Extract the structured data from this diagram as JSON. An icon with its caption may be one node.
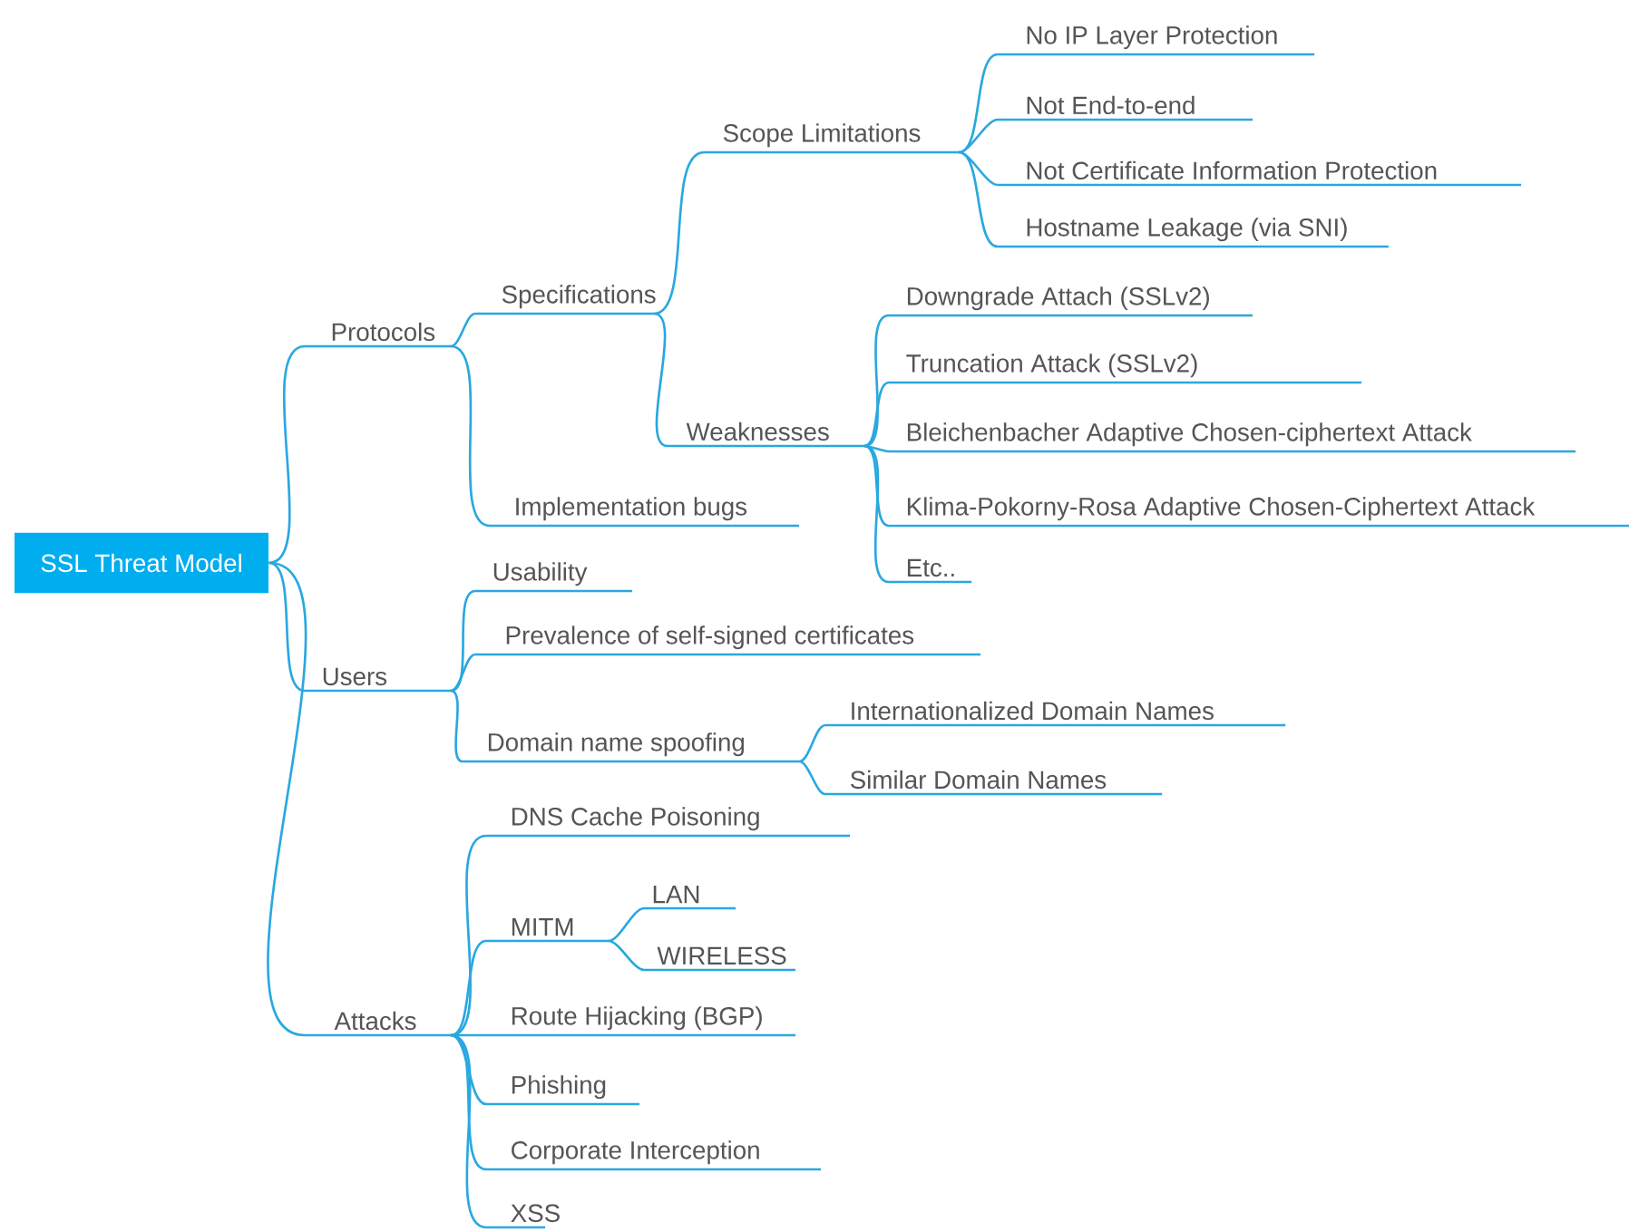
{
  "diagram": {
    "nodes": [
      {
        "text": [
          "SSL Threat Model"
        ]
      },
      {
        "text": [
          "Protocols"
        ]
      },
      {
        "text": [
          "Specifications"
        ]
      },
      {
        "text": [
          "Scope Limitations"
        ]
      },
      {
        "text": [
          "No IP Layer Protection"
        ]
      },
      {
        "text": [
          "Not End-to-end"
        ]
      },
      {
        "text": [
          "Not Certificate Information Protection"
        ]
      },
      {
        "text": [
          "Hostname Leakage (via SNI)"
        ]
      },
      {
        "text": [
          "Weaknesses"
        ]
      },
      {
        "text": [
          "Downgrade Attach (SSLv2)"
        ]
      },
      {
        "text": [
          "Truncation Attack (SSLv2)"
        ]
      },
      {
        "text": [
          "Bleichenbacher Adaptive Chosen-ciphertext Attack"
        ]
      },
      {
        "text": [
          "Klima-Pokorny-Rosa Adaptive Chosen-Ciphertext Attack"
        ]
      },
      {
        "text": [
          "Etc.."
        ]
      },
      {
        "text": [
          "Implementation bugs"
        ]
      },
      {
        "text": [
          "Users"
        ]
      },
      {
        "text": [
          "Usability"
        ]
      },
      {
        "text": [
          "Prevalence of self-signed certificates"
        ]
      },
      {
        "text": [
          "Domain name spoofing"
        ]
      },
      {
        "text": [
          "Internationalized Domain Names"
        ]
      },
      {
        "text": [
          "Similar Domain Names"
        ]
      },
      {
        "text": [
          "Attacks"
        ]
      },
      {
        "text": [
          "DNS Cache Poisoning"
        ]
      },
      {
        "text": [
          "MITM"
        ]
      },
      {
        "text": [
          "LAN"
        ]
      },
      {
        "text": [
          "WIRELESS"
        ]
      },
      {
        "text": [
          "Route Hijacking (BGP)"
        ]
      },
      {
        "text": [
          "Phishing"
        ]
      },
      {
        "text": [
          "Corporate Interception"
        ]
      },
      {
        "text": [
          "XSS"
        ]
      }
    ],
    "edges": [
      {
        "from": 0,
        "to": 1,
        "arrow": "none"
      },
      {
        "from": 1,
        "to": 2,
        "arrow": "none"
      },
      {
        "from": 2,
        "to": 3,
        "arrow": "none"
      },
      {
        "from": 3,
        "to": 4,
        "arrow": "none"
      },
      {
        "from": 3,
        "to": 5,
        "arrow": "none"
      },
      {
        "from": 3,
        "to": 6,
        "arrow": "none"
      },
      {
        "from": 3,
        "to": 7,
        "arrow": "none"
      },
      {
        "from": 2,
        "to": 8,
        "arrow": "none"
      },
      {
        "from": 8,
        "to": 9,
        "arrow": "none"
      },
      {
        "from": 8,
        "to": 10,
        "arrow": "none"
      },
      {
        "from": 8,
        "to": 11,
        "arrow": "none"
      },
      {
        "from": 8,
        "to": 12,
        "arrow": "none"
      },
      {
        "from": 8,
        "to": 13,
        "arrow": "none"
      },
      {
        "from": 1,
        "to": 14,
        "arrow": "none"
      },
      {
        "from": 0,
        "to": 15,
        "arrow": "none"
      },
      {
        "from": 15,
        "to": 16,
        "arrow": "none"
      },
      {
        "from": 15,
        "to": 17,
        "arrow": "none"
      },
      {
        "from": 15,
        "to": 18,
        "arrow": "none"
      },
      {
        "from": 18,
        "to": 19,
        "arrow": "none"
      },
      {
        "from": 18,
        "to": 20,
        "arrow": "none"
      },
      {
        "from": 0,
        "to": 21,
        "arrow": "none"
      },
      {
        "from": 21,
        "to": 22,
        "arrow": "none"
      },
      {
        "from": 21,
        "to": 23,
        "arrow": "none"
      },
      {
        "from": 23,
        "to": 24,
        "arrow": "none"
      },
      {
        "from": 23,
        "to": 25,
        "arrow": "none"
      },
      {
        "from": 21,
        "to": 26,
        "arrow": "none"
      },
      {
        "from": 21,
        "to": 27,
        "arrow": "none"
      },
      {
        "from": 21,
        "to": 28,
        "arrow": "none"
      },
      {
        "from": 21,
        "to": 29,
        "arrow": "none"
      }
    ]
  }
}
